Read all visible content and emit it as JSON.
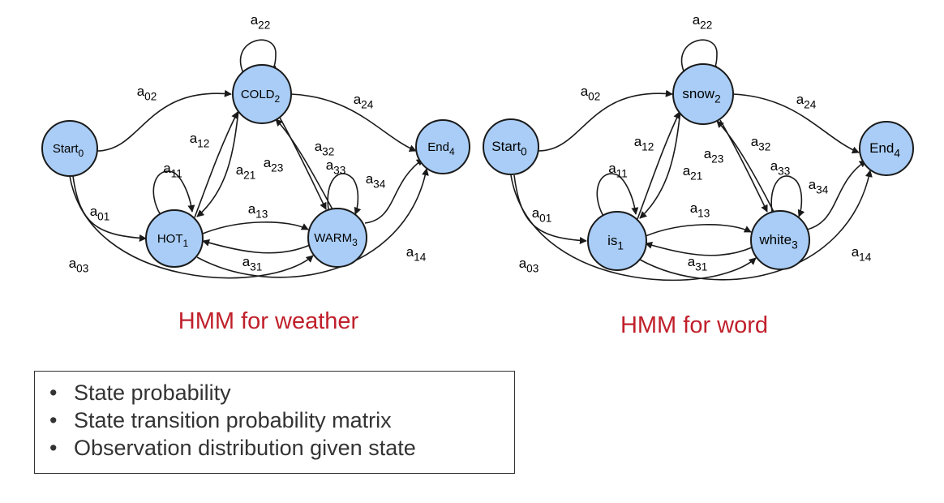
{
  "colors": {
    "node_fill": "#a9cdf6",
    "title": "#c0202b",
    "text": "#333333"
  },
  "diagrams": [
    {
      "title": "HMM for weather",
      "nodes": [
        {
          "id": "start",
          "name": "Start",
          "sub": "0"
        },
        {
          "id": "s2",
          "name": "COLD",
          "sub": "2"
        },
        {
          "id": "s1",
          "name": "HOT",
          "sub": "1"
        },
        {
          "id": "s3",
          "name": "WARM",
          "sub": "3"
        },
        {
          "id": "end",
          "name": "End",
          "sub": "4"
        }
      ],
      "transitions": [
        {
          "base": "a",
          "sub": "22"
        },
        {
          "base": "a",
          "sub": "02"
        },
        {
          "base": "a",
          "sub": "24"
        },
        {
          "base": "a",
          "sub": "12"
        },
        {
          "base": "a",
          "sub": "21"
        },
        {
          "base": "a",
          "sub": "23"
        },
        {
          "base": "a",
          "sub": "32"
        },
        {
          "base": "a",
          "sub": "11"
        },
        {
          "base": "a",
          "sub": "33"
        },
        {
          "base": "a",
          "sub": "34"
        },
        {
          "base": "a",
          "sub": "01"
        },
        {
          "base": "a",
          "sub": "13"
        },
        {
          "base": "a",
          "sub": "31"
        },
        {
          "base": "a",
          "sub": "03"
        },
        {
          "base": "a",
          "sub": "14"
        }
      ]
    },
    {
      "title": "HMM for word",
      "nodes": [
        {
          "id": "start",
          "name": "Start",
          "sub": "0"
        },
        {
          "id": "s2",
          "name": "snow",
          "sub": "2"
        },
        {
          "id": "s1",
          "name": "is",
          "sub": "1"
        },
        {
          "id": "s3",
          "name": "white",
          "sub": "3"
        },
        {
          "id": "end",
          "name": "End",
          "sub": "4"
        }
      ],
      "transitions": [
        {
          "base": "a",
          "sub": "22"
        },
        {
          "base": "a",
          "sub": "02"
        },
        {
          "base": "a",
          "sub": "24"
        },
        {
          "base": "a",
          "sub": "12"
        },
        {
          "base": "a",
          "sub": "21"
        },
        {
          "base": "a",
          "sub": "23"
        },
        {
          "base": "a",
          "sub": "32"
        },
        {
          "base": "a",
          "sub": "11"
        },
        {
          "base": "a",
          "sub": "33"
        },
        {
          "base": "a",
          "sub": "34"
        },
        {
          "base": "a",
          "sub": "01"
        },
        {
          "base": "a",
          "sub": "13"
        },
        {
          "base": "a",
          "sub": "31"
        },
        {
          "base": "a",
          "sub": "03"
        },
        {
          "base": "a",
          "sub": "14"
        }
      ]
    }
  ],
  "notes": {
    "bullet": "•",
    "items": [
      "State probability",
      "State transition probability matrix",
      "Observation distribution given state"
    ]
  }
}
